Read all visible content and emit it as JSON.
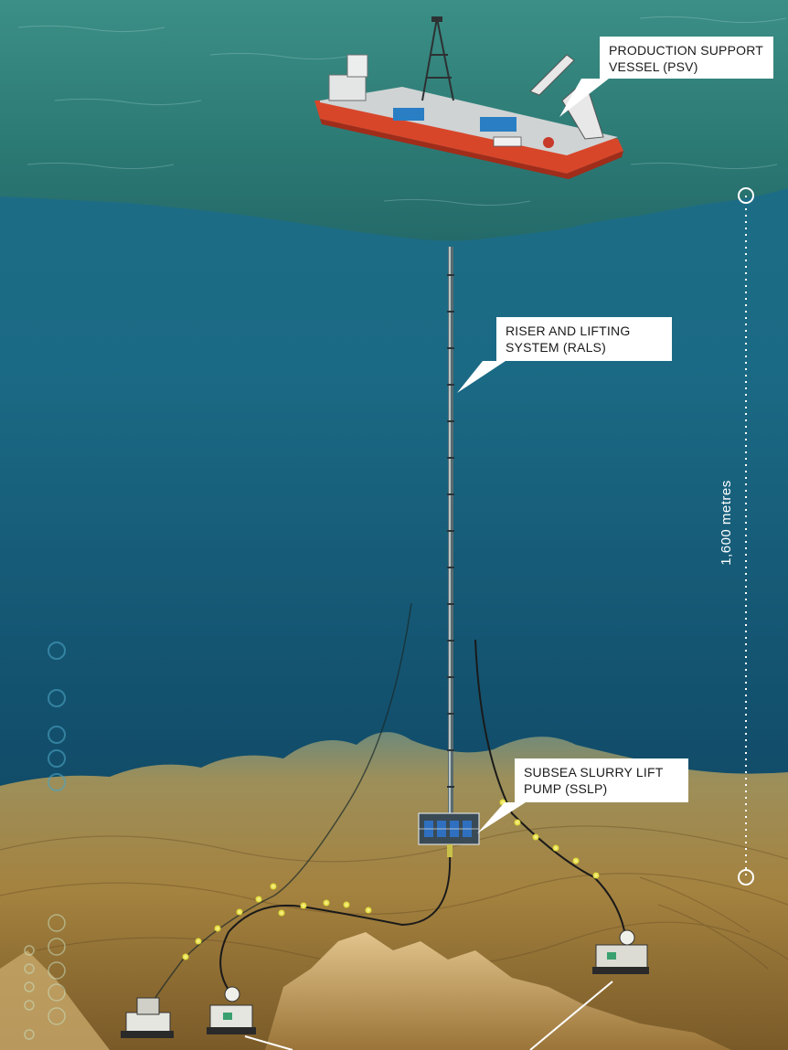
{
  "labels": {
    "psv": "PRODUCTION SUPPORT\nVESSEL (PSV)",
    "rals": "RISER AND LIFTING\nSYSTEM (RALS)",
    "sslp": "SUBSEA SLURRY LIFT\nPUMP (SSLP)"
  },
  "depth": {
    "text": "1,600 metres"
  },
  "colors": {
    "surface": "#2f7e7a",
    "deep_water": "#0f4d6e",
    "seafloor": "#b08a4a",
    "ship_hull": "#d8462a",
    "light_dots": "#e7e53a"
  }
}
